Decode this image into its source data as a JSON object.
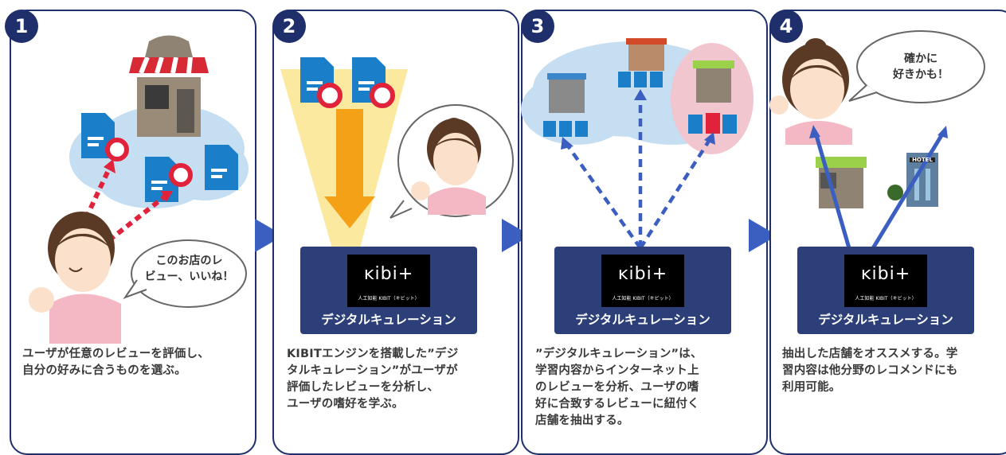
{
  "steps": [
    {
      "number": "1",
      "description": "ユーザが任意のレビューを評価し、\n自分の好みに合うものを選ぶ。",
      "bubble": "このお店のレ\nビュー、いいね！"
    },
    {
      "number": "2",
      "description": "KIBITエンジンを搭載した”デジ\nタルキュレーション”がユーザが\n評価したレビューを分析し、\nユーザの嗜好を学ぶ。"
    },
    {
      "number": "3",
      "description": "”デジタルキュレーション”は、\n学習内容からインターネット上\nのレビューを分析、ユーザの嗜\n好に合致するレビューに紐付く\n店舗を抽出する。"
    },
    {
      "number": "4",
      "description": "抽出した店舗をオススメする。学\n習内容は他分野のレコメンドにも\n利用可能。",
      "bubble": "確かに\n好きかも！"
    }
  ],
  "engine": {
    "logo_text": "ĸibi+",
    "logo_sub": "人工知能 KIBIT（キビット）",
    "label": "デジタルキュレーション"
  },
  "hotel_sign": "HOTEL",
  "colors": {
    "navy": "#1f2f6b",
    "box": "#2d3f78",
    "arrow": "#3a5fc0",
    "red_dot": "#e0233a",
    "cloud": "#c6def2",
    "doc": "#1a7ec8",
    "cone": "#fbe9a0",
    "down_arrow": "#f4a118",
    "highlight": "#f2c6cf"
  }
}
